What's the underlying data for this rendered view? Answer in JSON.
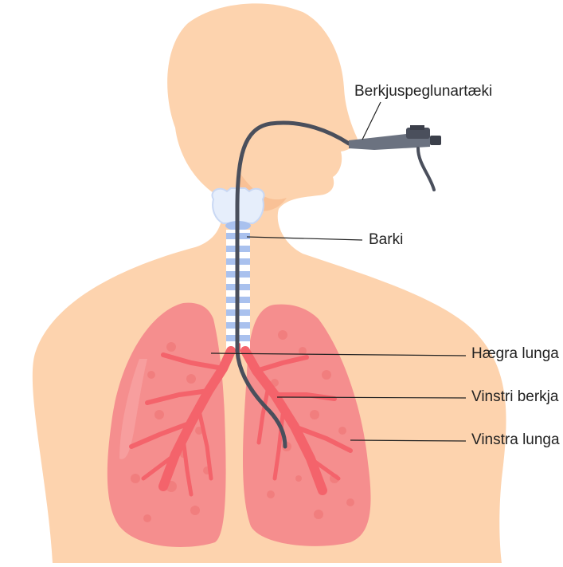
{
  "labels": {
    "bronchoscope": "Berkjuspeglunartæki",
    "trachea": "Barki",
    "right_lung": "Hægra lunga",
    "left_bronchus": "Vinstri berkja",
    "left_lung": "Vinstra lunga"
  },
  "colors": {
    "skin": "#FDD3AE",
    "skin_shadow": "#F7B98C",
    "lung": "#F58E8E",
    "lung_dark": "#EE7272",
    "bronchi": "#F4636B",
    "trachea_ring": "#A9C1EE",
    "scope": "#4A4F5C",
    "leader_line": "#222222"
  }
}
